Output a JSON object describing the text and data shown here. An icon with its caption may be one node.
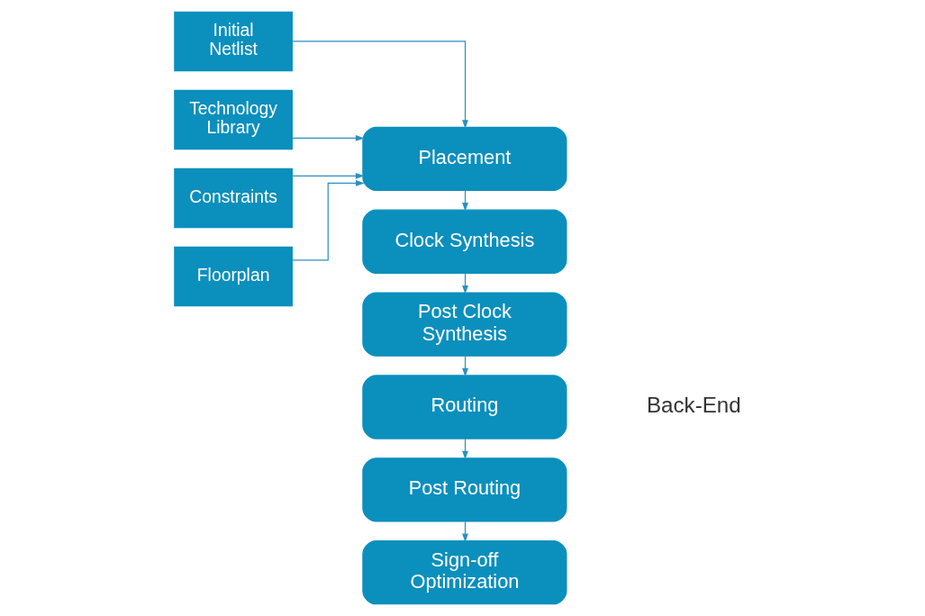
{
  "diagram": {
    "nodes": [
      {
        "text": [
          "Placement"
        ]
      },
      {
        "text": [
          "Clock Synthesis"
        ]
      },
      {
        "text": [
          "Post Clock Synthesis"
        ]
      },
      {
        "text": [
          "Routing"
        ]
      },
      {
        "text": [
          "Post Routing"
        ]
      },
      {
        "text": [
          "Sign-off Optimization"
        ]
      },
      {
        "text": [
          "Initial Netlist"
        ]
      },
      {
        "text": [
          "Technology Library"
        ]
      },
      {
        "text": [
          "Constraints"
        ]
      },
      {
        "text": [
          "Floorplan"
        ]
      }
    ],
    "edges": [
      {
        "from": 0,
        "to": 1,
        "arrow": "to"
      },
      {
        "from": 1,
        "to": 2,
        "arrow": "to"
      },
      {
        "from": 2,
        "to": 3,
        "arrow": "to"
      },
      {
        "from": 3,
        "to": 4,
        "arrow": "to"
      },
      {
        "from": 4,
        "to": 5,
        "arrow": "to"
      },
      {
        "from": 6,
        "to": 0,
        "arrow": "to"
      },
      {
        "from": 7,
        "to": 0,
        "arrow": "to"
      },
      {
        "from": 8,
        "to": 0,
        "arrow": "to"
      },
      {
        "from": 9,
        "to": 0,
        "arrow": "to"
      }
    ],
    "labels": [
      "Back-End"
    ]
  }
}
